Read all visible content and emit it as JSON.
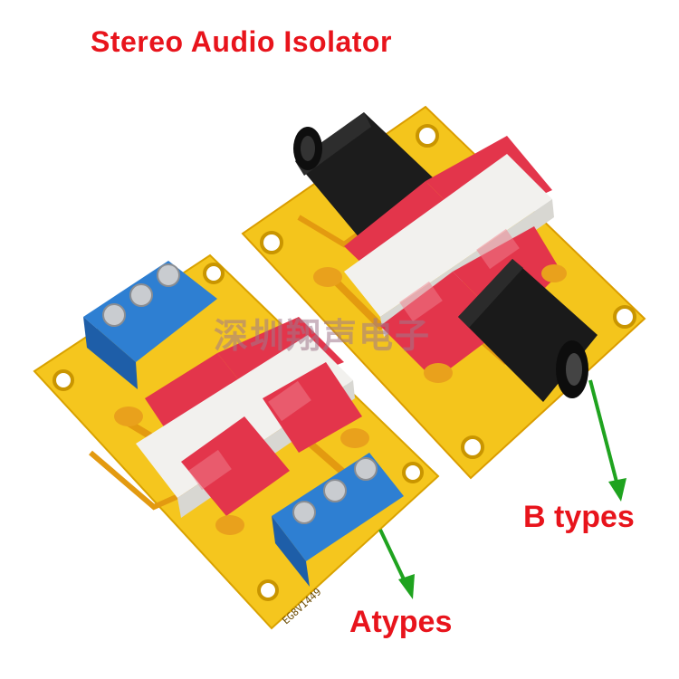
{
  "title": "Stereo Audio Isolator",
  "labels": {
    "a_type": "Atypes",
    "b_type": "B types"
  },
  "watermark": "深圳翔声电子",
  "colors": {
    "label_red": "#e8141c",
    "arrow_green": "#1fa31f",
    "pcb_yellow": "#f3c21a",
    "terminal_blue": "#2f7fd0",
    "transformer_red": "#e0324a",
    "jack_black": "#1b1b1b"
  }
}
